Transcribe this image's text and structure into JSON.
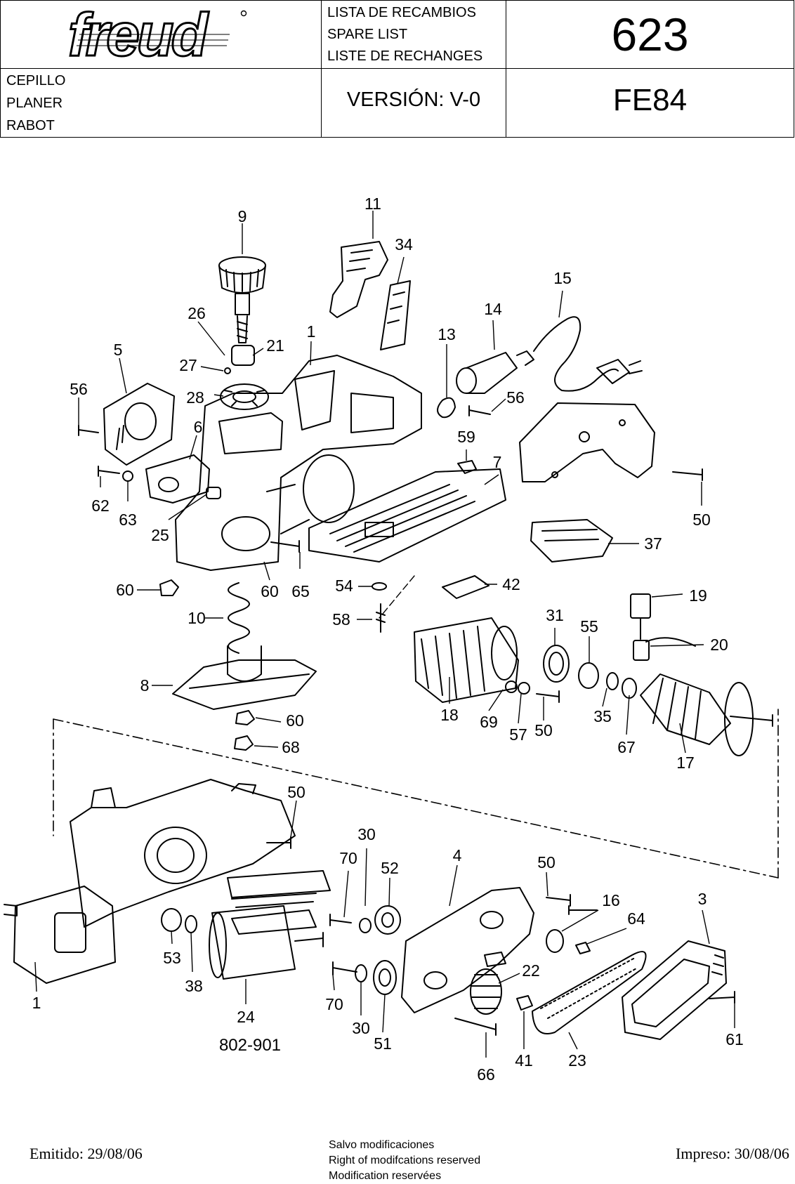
{
  "header": {
    "logo_text": "freud",
    "lists": [
      "LISTA DE RECAMBIOS",
      "SPARE LIST",
      "LISTE DE RECHANGES"
    ],
    "sheet_number": "623",
    "tool_types": [
      "CEPILLO",
      "PLANER",
      "RABOT"
    ],
    "version": "VERSIÓN: V-0",
    "model": "FE84"
  },
  "diagram": {
    "drawing_code": "802-901",
    "part_labels": [
      "9",
      "11",
      "34",
      "15",
      "14",
      "13",
      "56",
      "1",
      "26",
      "21",
      "27",
      "28",
      "5",
      "56",
      "6",
      "59",
      "7",
      "62",
      "63",
      "25",
      "50",
      "37",
      "60",
      "60",
      "65",
      "54",
      "42",
      "19",
      "58",
      "10",
      "31",
      "55",
      "20",
      "8",
      "18",
      "69",
      "57",
      "50",
      "35",
      "67",
      "17",
      "60",
      "68",
      "50",
      "30",
      "70",
      "52",
      "4",
      "50",
      "16",
      "64",
      "3",
      "53",
      "38",
      "24",
      "70",
      "30",
      "51",
      "41",
      "23",
      "61",
      "1",
      "22",
      "66"
    ]
  },
  "footer": {
    "issued": "Emitido: 29/08/06",
    "printed": "Impreso: 30/08/06",
    "notes": [
      "Salvo modificaciones",
      "Right of modifcations reserved",
      "Modification reservées"
    ]
  }
}
